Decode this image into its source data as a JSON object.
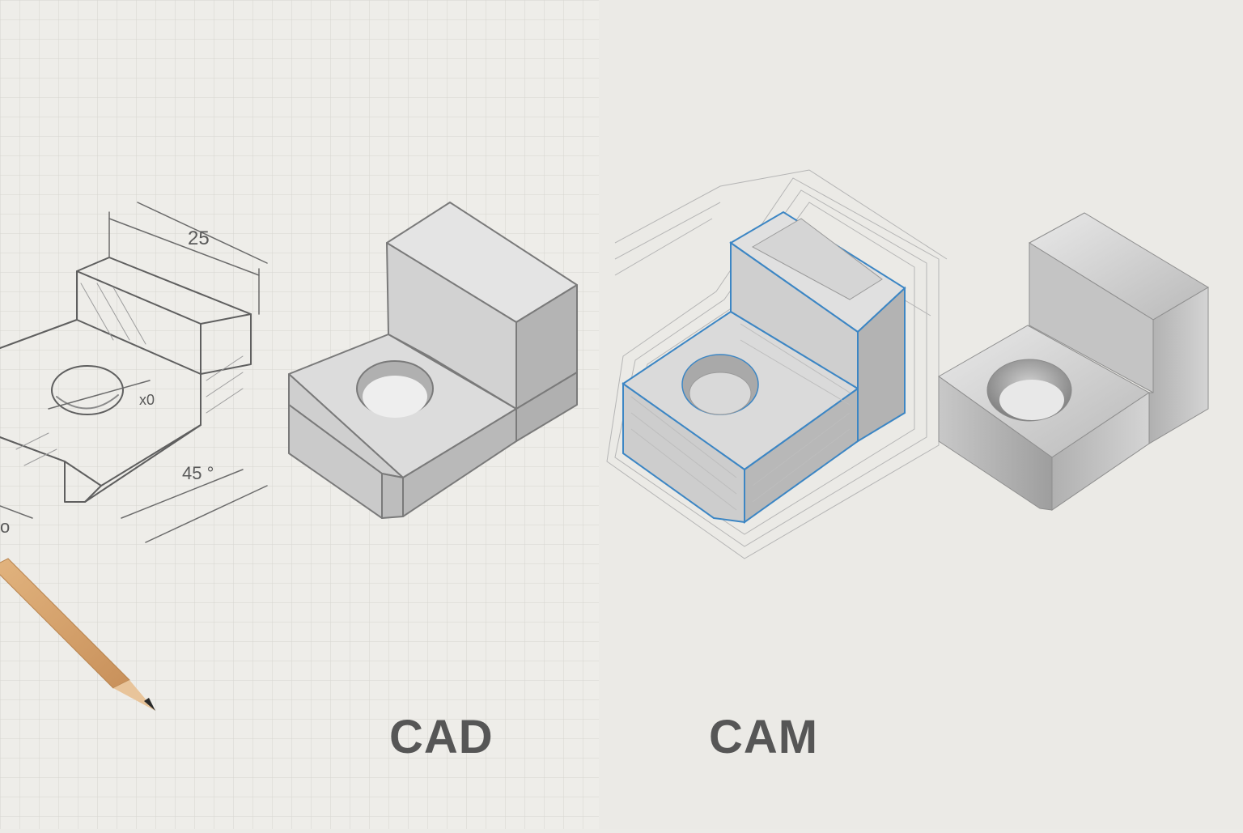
{
  "stages": {
    "sketch": {
      "dimensions": [
        "25",
        "x0",
        "45 °",
        "o"
      ]
    },
    "cad": {
      "label": "CAD"
    },
    "cam": {
      "label": "CAM"
    },
    "part": {}
  },
  "colors": {
    "paper": "#ecebe7",
    "grid": "#d9d8d3",
    "pencil_line": "#5d5d5d",
    "cad_face_light": "#e6e6e6",
    "cad_face_mid": "#cfcfcf",
    "cad_face_dark": "#b7b7b7",
    "cam_toolpath": "#3c86c4",
    "metal_light": "#dcdcdc",
    "metal_dark": "#9a9a9a",
    "label": "#565656",
    "pencil_wood": "#d9a26a"
  }
}
